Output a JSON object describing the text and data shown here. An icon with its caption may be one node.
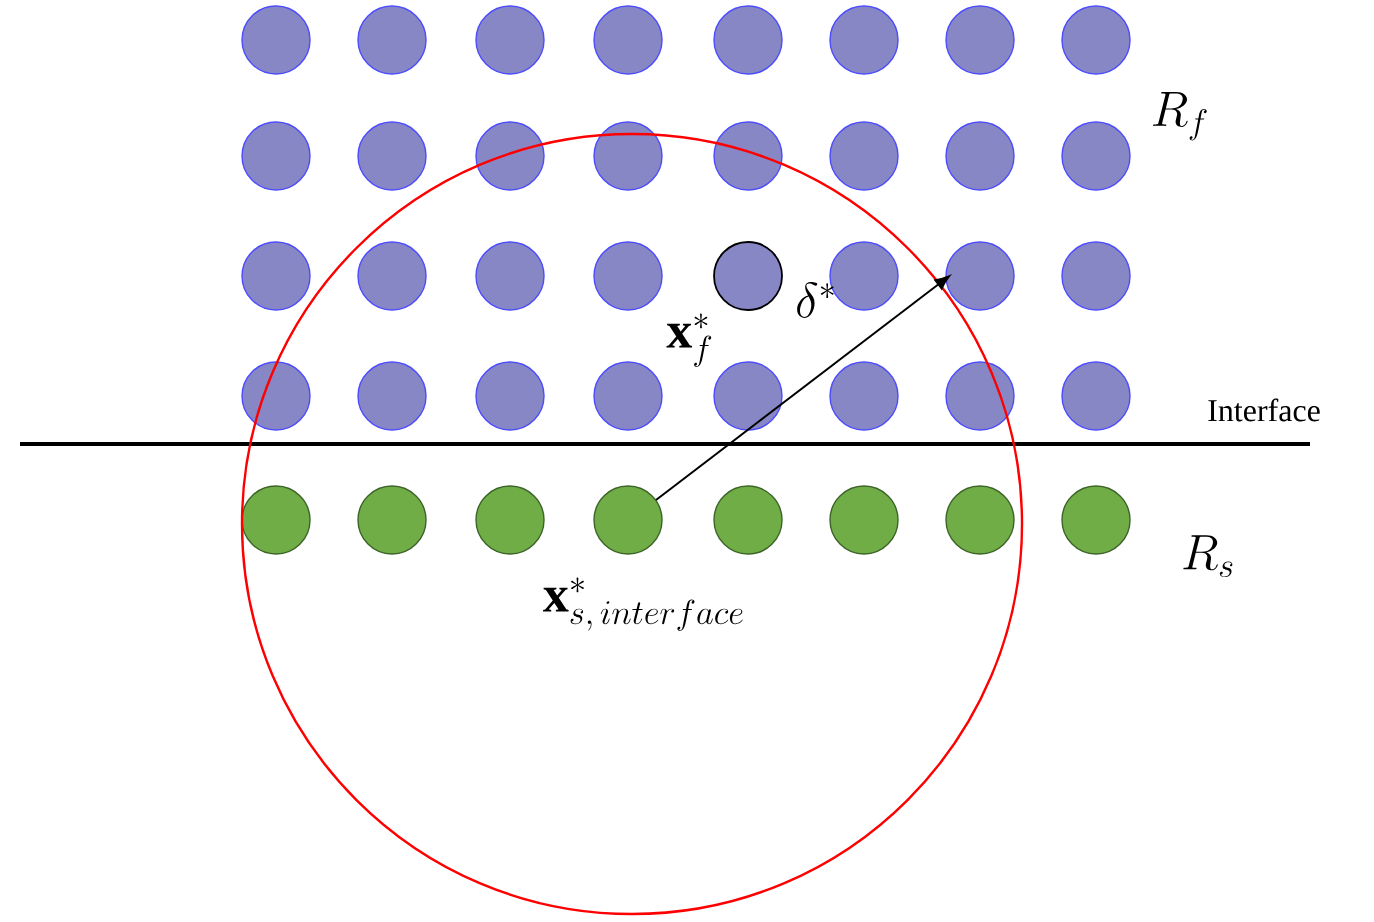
{
  "diagram": {
    "labels": [
      "R_f",
      "\\mathbf{x}_f^*",
      "\\delta^*",
      "Interface",
      "R_s",
      "\\mathbf{x}^*_{s,\\,interface}"
    ]
  }
}
